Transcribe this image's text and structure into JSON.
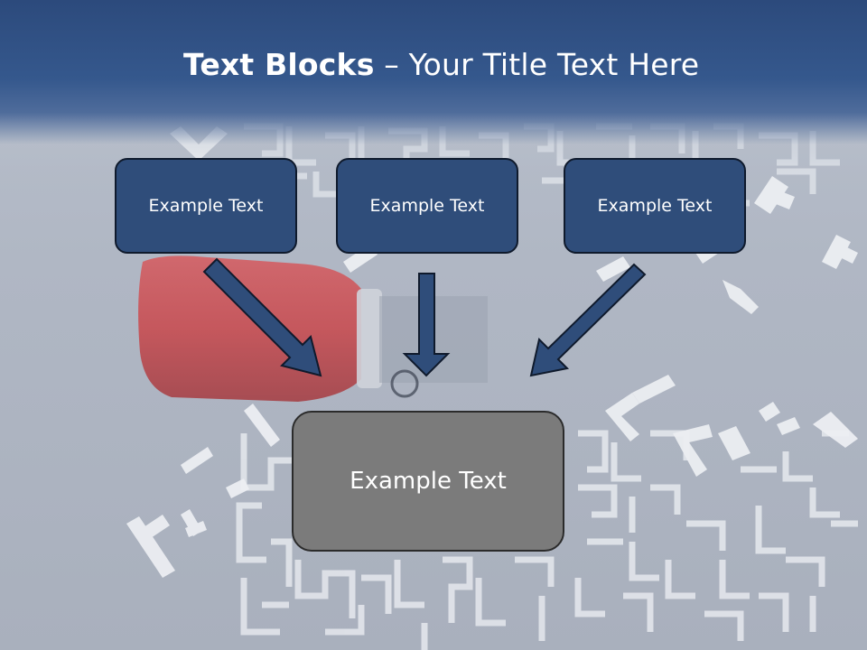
{
  "slide": {
    "title_bold": "Text Blocks",
    "title_rest": " – Your Title Text Here",
    "blocks": [
      {
        "label": "Example Text"
      },
      {
        "label": "Example Text"
      },
      {
        "label": "Example Text"
      }
    ],
    "center_block": {
      "label": "Example Text"
    }
  },
  "colors": {
    "header": "#2c4a7c",
    "box_fill": "#2f4d7a",
    "center_fill": "#7b7b7b",
    "arrow_fill": "#2f4d7a"
  }
}
